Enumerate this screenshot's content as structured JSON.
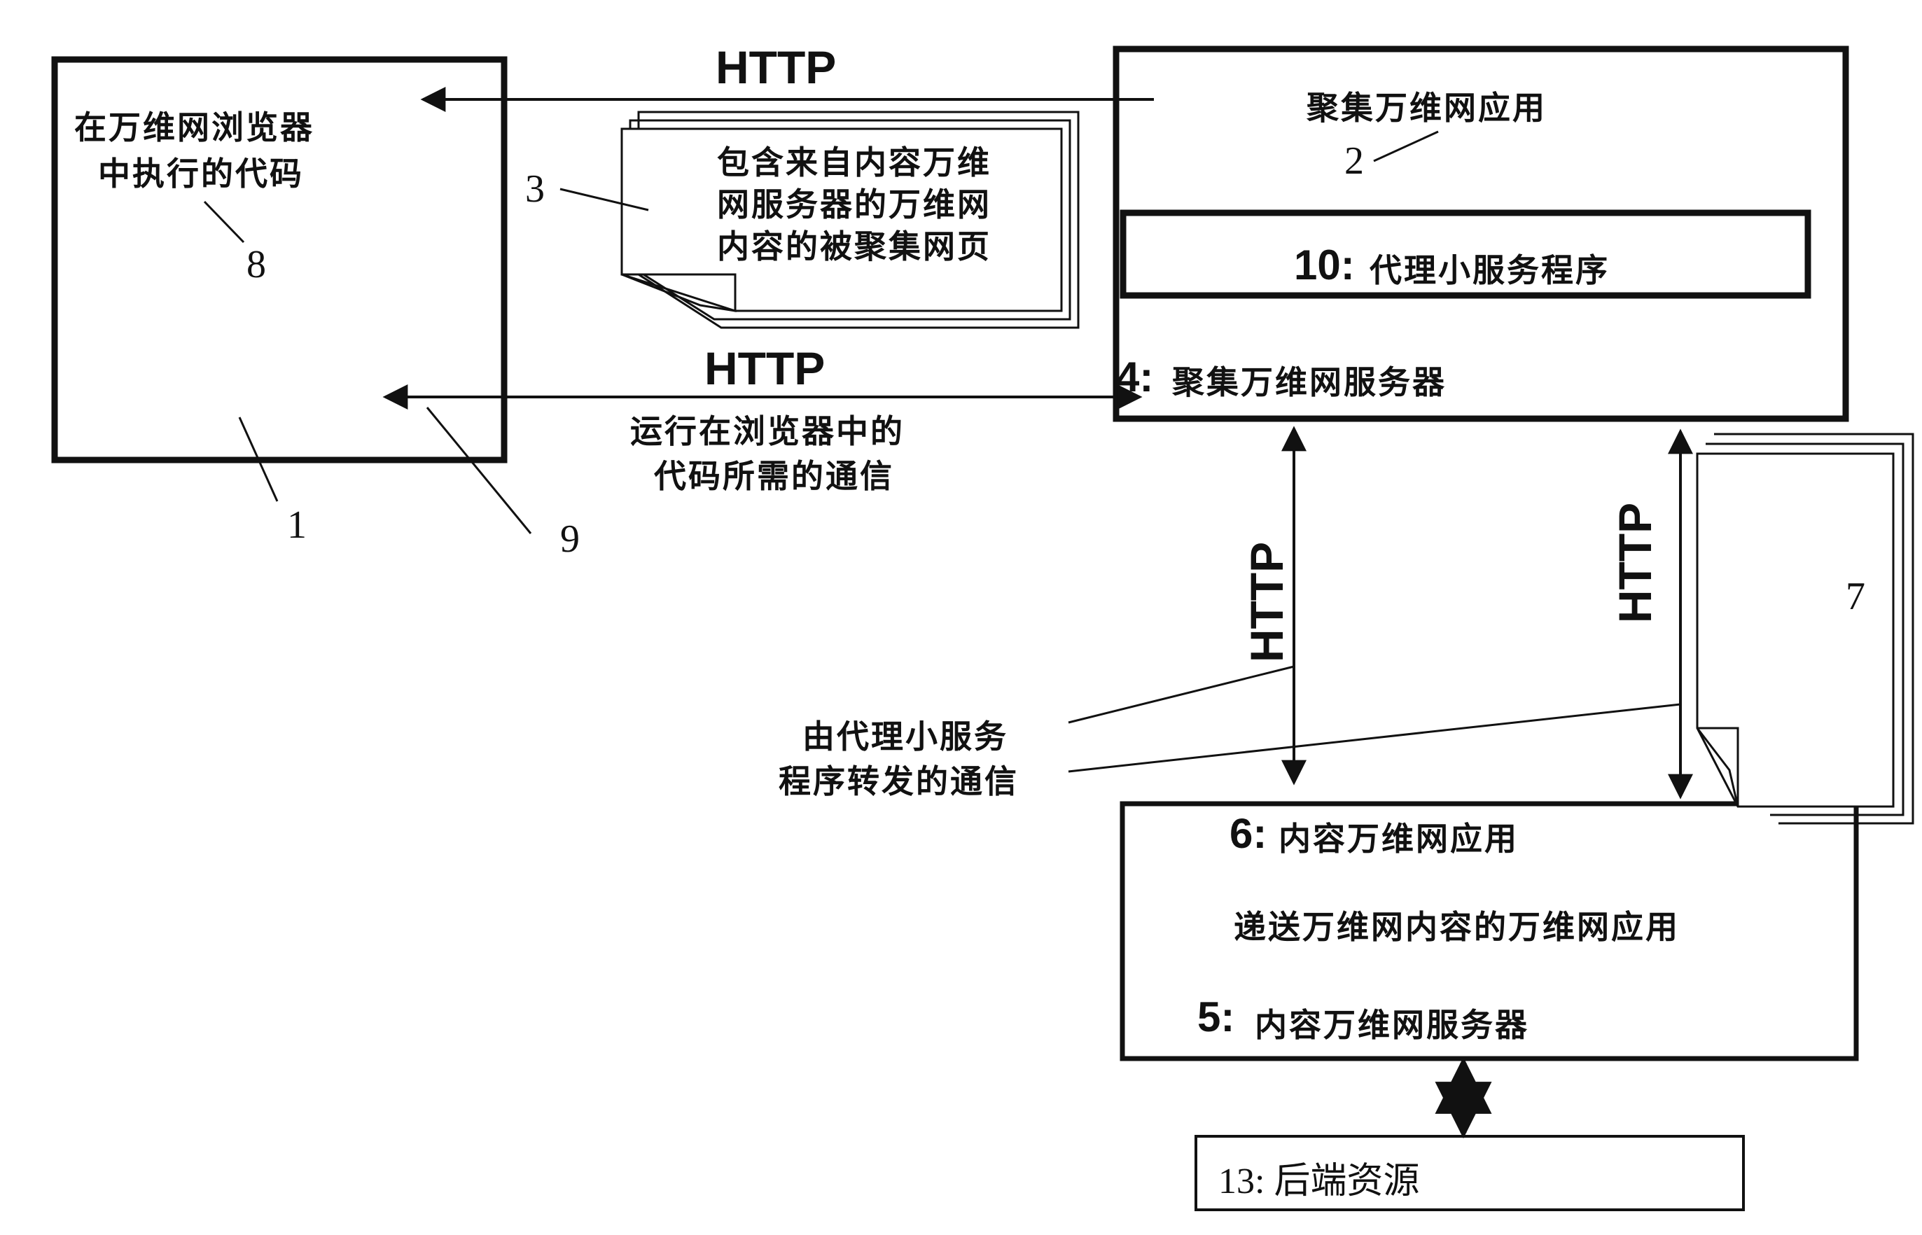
{
  "browser_box": {
    "label_line1": "在万维网浏览器",
    "label_line2": "中执行的代码",
    "ref_code": "8",
    "ref_browser": "1"
  },
  "top_arrow": {
    "protocol": "HTTP"
  },
  "page_doc": {
    "ref": "3",
    "line1": "包含来自内容万维",
    "line2": "网服务器的万维网",
    "line3": "内容的被聚集网页"
  },
  "mid_arrow": {
    "protocol": "HTTP",
    "ref": "9",
    "caption_line1": "运行在浏览器中的",
    "caption_line2": "代码所需的通信"
  },
  "aggregation_server": {
    "app_label": "聚集万维网应用",
    "app_ref": "2",
    "proxy_num": "10:",
    "proxy_label": "代理小服务程序",
    "server_num": "4:",
    "server_label": "聚集万维网服务器"
  },
  "vertical_links": {
    "left_protocol": "HTTP",
    "right_protocol": "HTTP",
    "doc_ref": "7",
    "caption_line1": "由代理小服务",
    "caption_line2": "程序转发的通信"
  },
  "content_server": {
    "app_num": "6:",
    "app_label": "内容万维网应用",
    "desc": "递送万维网内容的万维网应用",
    "server_num": "5:",
    "server_label": "内容万维网服务器"
  },
  "backend": {
    "label": "13: 后端资源"
  }
}
